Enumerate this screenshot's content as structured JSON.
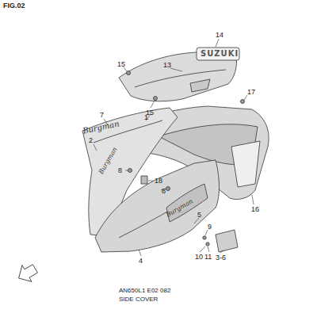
{
  "diagram": {
    "title": "FIG.02",
    "caption": "SIDE COVER",
    "labels": [
      "14",
      "SUZUKI",
      "15",
      "13",
      "15",
      "17",
      "7",
      "Burgman",
      "1",
      "2",
      "Burgman",
      "8",
      "18",
      "8",
      "16",
      "5",
      "Burgman",
      "9",
      "10",
      "11",
      "3-6",
      "4",
      "AN650L1 E02 082"
    ]
  }
}
